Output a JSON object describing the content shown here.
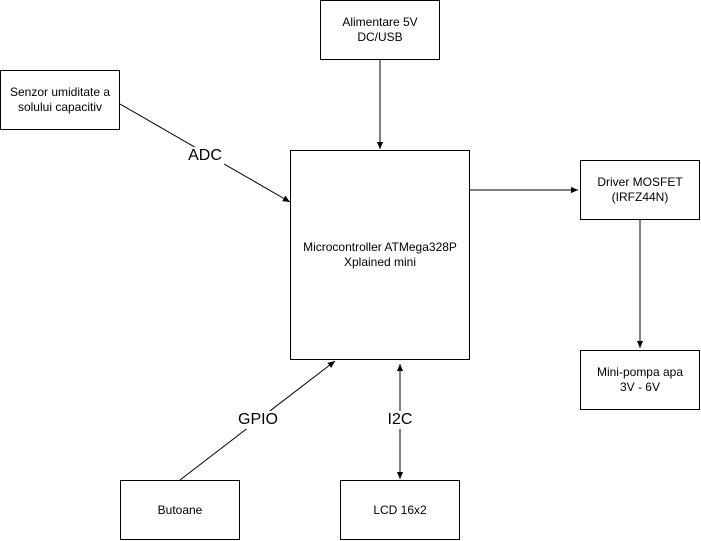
{
  "diagram": {
    "nodes": {
      "power": "Alimentare 5V\nDC/USB",
      "sensor": "Senzor umiditate a\nsolului capacitiv",
      "mcu": "Microcontroller ATMega328P\nXplained mini",
      "driver": "Driver MOSFET\n(IRFZ44N)",
      "pump": "Mini-pompa apa\n3V - 6V",
      "buttons": "Butoane",
      "lcd": "LCD 16x2"
    },
    "edge_labels": {
      "adc": "ADC",
      "gpio": "GPIO",
      "i2c": "I2C"
    },
    "connections": [
      {
        "from": "sensor",
        "to": "mcu",
        "label": "ADC",
        "direction": "forward"
      },
      {
        "from": "power",
        "to": "mcu",
        "label": "",
        "direction": "forward"
      },
      {
        "from": "mcu",
        "to": "driver",
        "label": "",
        "direction": "forward"
      },
      {
        "from": "driver",
        "to": "pump",
        "label": "",
        "direction": "forward"
      },
      {
        "from": "buttons",
        "to": "mcu",
        "label": "GPIO",
        "direction": "forward"
      },
      {
        "from": "mcu",
        "to": "lcd",
        "label": "I2C",
        "direction": "both"
      }
    ],
    "line_color": "#000000",
    "background": "#ffffff"
  }
}
